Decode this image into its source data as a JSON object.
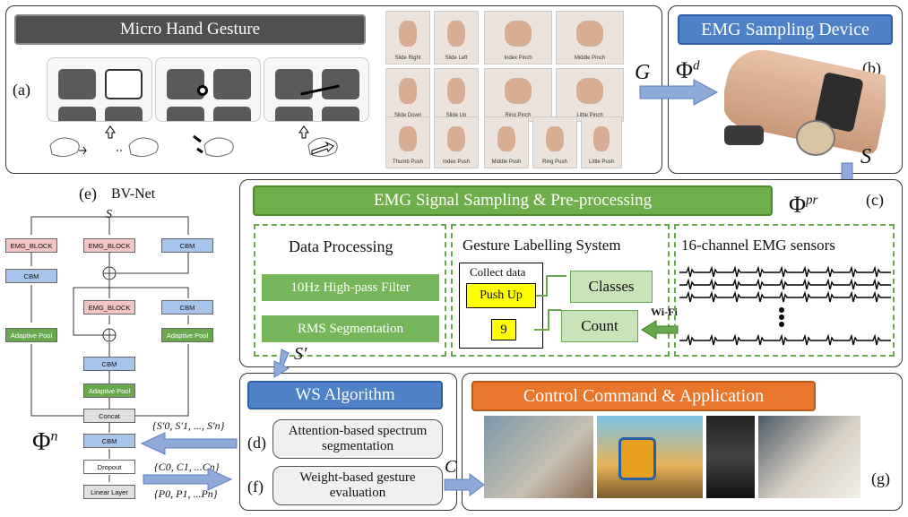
{
  "micro": {
    "title": "Micro Hand Gesture",
    "label": "(a)"
  },
  "gestures": [
    "Slide Right",
    "Slide Left",
    "Index Pinch",
    "Middle Pinch",
    "Slide Down",
    "Slide Up",
    "Ring Pinch",
    "Little Pinch",
    "Thumb Push",
    "Index Push",
    "Middle Push",
    "Ring Push",
    "Little Push"
  ],
  "emg_device": {
    "title": "EMG Sampling Device",
    "label": "(b)",
    "phi": "Φ",
    "phi_sup": "d",
    "g": "G",
    "s": "S"
  },
  "sampling": {
    "title": "EMG Signal Sampling & Pre-processing",
    "label": "(c)",
    "phi": "Φ",
    "phi_sup": "pr",
    "data_processing": "Data Processing",
    "filter": "10Hz High-pass Filter",
    "rms": "RMS Segmentation",
    "labelling": "Gesture Labelling System",
    "collect": "Collect data",
    "push_up": "Push Up",
    "count_val": "9",
    "classes": "Classes",
    "count": "Count",
    "wifi": "Wi-Fi",
    "sensors": "16-channel EMG sensors"
  },
  "bvnet": {
    "title": "BV-Net",
    "label": "(e)",
    "s": "S",
    "phi": "Φ",
    "phi_sup": "n",
    "emg_block": "EMG_BLOCK",
    "cbm": "CBM",
    "pool": "Adaptive Pool",
    "concat": "Concat",
    "dropout": "Dropout",
    "linear": "Linear Layer",
    "set1": "{S′0, S′1, ..., S′n}",
    "set2": "{C0, C1, ...Cn}",
    "set3": "{P0, P1, ...Pn}"
  },
  "ws": {
    "title": "WS Algorithm",
    "s_prime": "S′",
    "d_label": "(d)",
    "d_text": "Attention-based spectrum segmentation",
    "f_label": "(f)",
    "f_text": "Weight-based gesture evaluation"
  },
  "control": {
    "title": "Control Command & Application",
    "label": "(g)",
    "c": "C"
  },
  "colors": {
    "green": "#6fae4a",
    "blue": "#4f81c7",
    "orange": "#e8762c",
    "gray": "#505050",
    "arrow": "#8fa9d9"
  }
}
